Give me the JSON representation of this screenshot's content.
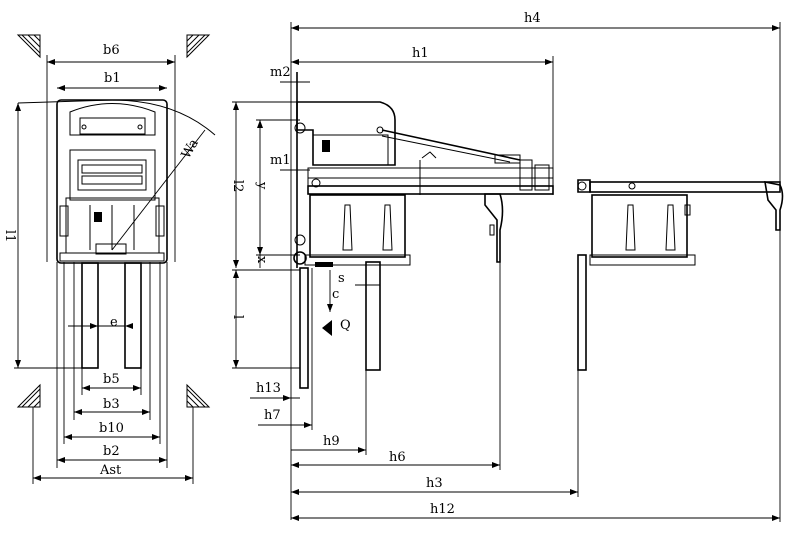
{
  "labels": {
    "b6": "b6",
    "b1": "b1",
    "l1": "l1",
    "Wa": "Wa",
    "e": "e",
    "b5": "b5",
    "b3": "b3",
    "b10": "b10",
    "b2": "b2",
    "Ast": "Ast",
    "h4": "h4",
    "h1": "h1",
    "m2": "m2",
    "m1": "m1",
    "l2": "l2",
    "y": "y",
    "x": "x",
    "s": "s",
    "c": "c",
    "l": "l",
    "Q": "Q",
    "h13": "h13",
    "h7": "h7",
    "h9": "h9",
    "h6": "h6",
    "h3": "h3",
    "h12": "h12"
  }
}
